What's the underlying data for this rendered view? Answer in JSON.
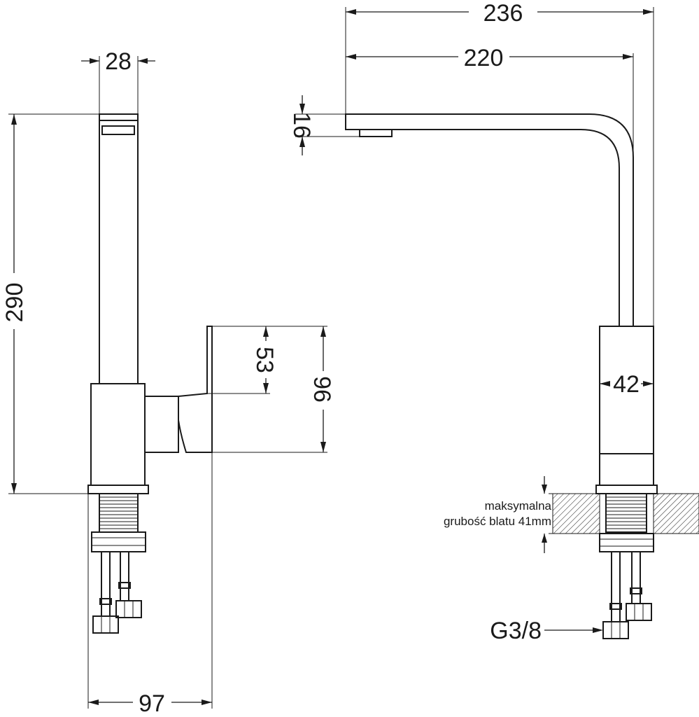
{
  "dimensions": {
    "d28": "28",
    "d290": "290",
    "d53": "53",
    "d96": "96",
    "d97": "97",
    "d236": "236",
    "d220": "220",
    "d16": "16",
    "d42": "42"
  },
  "notes": {
    "countertop_line1": "maksymalna",
    "countertop_line2": "grubość blatu 41mm",
    "connection": "G3/8"
  }
}
